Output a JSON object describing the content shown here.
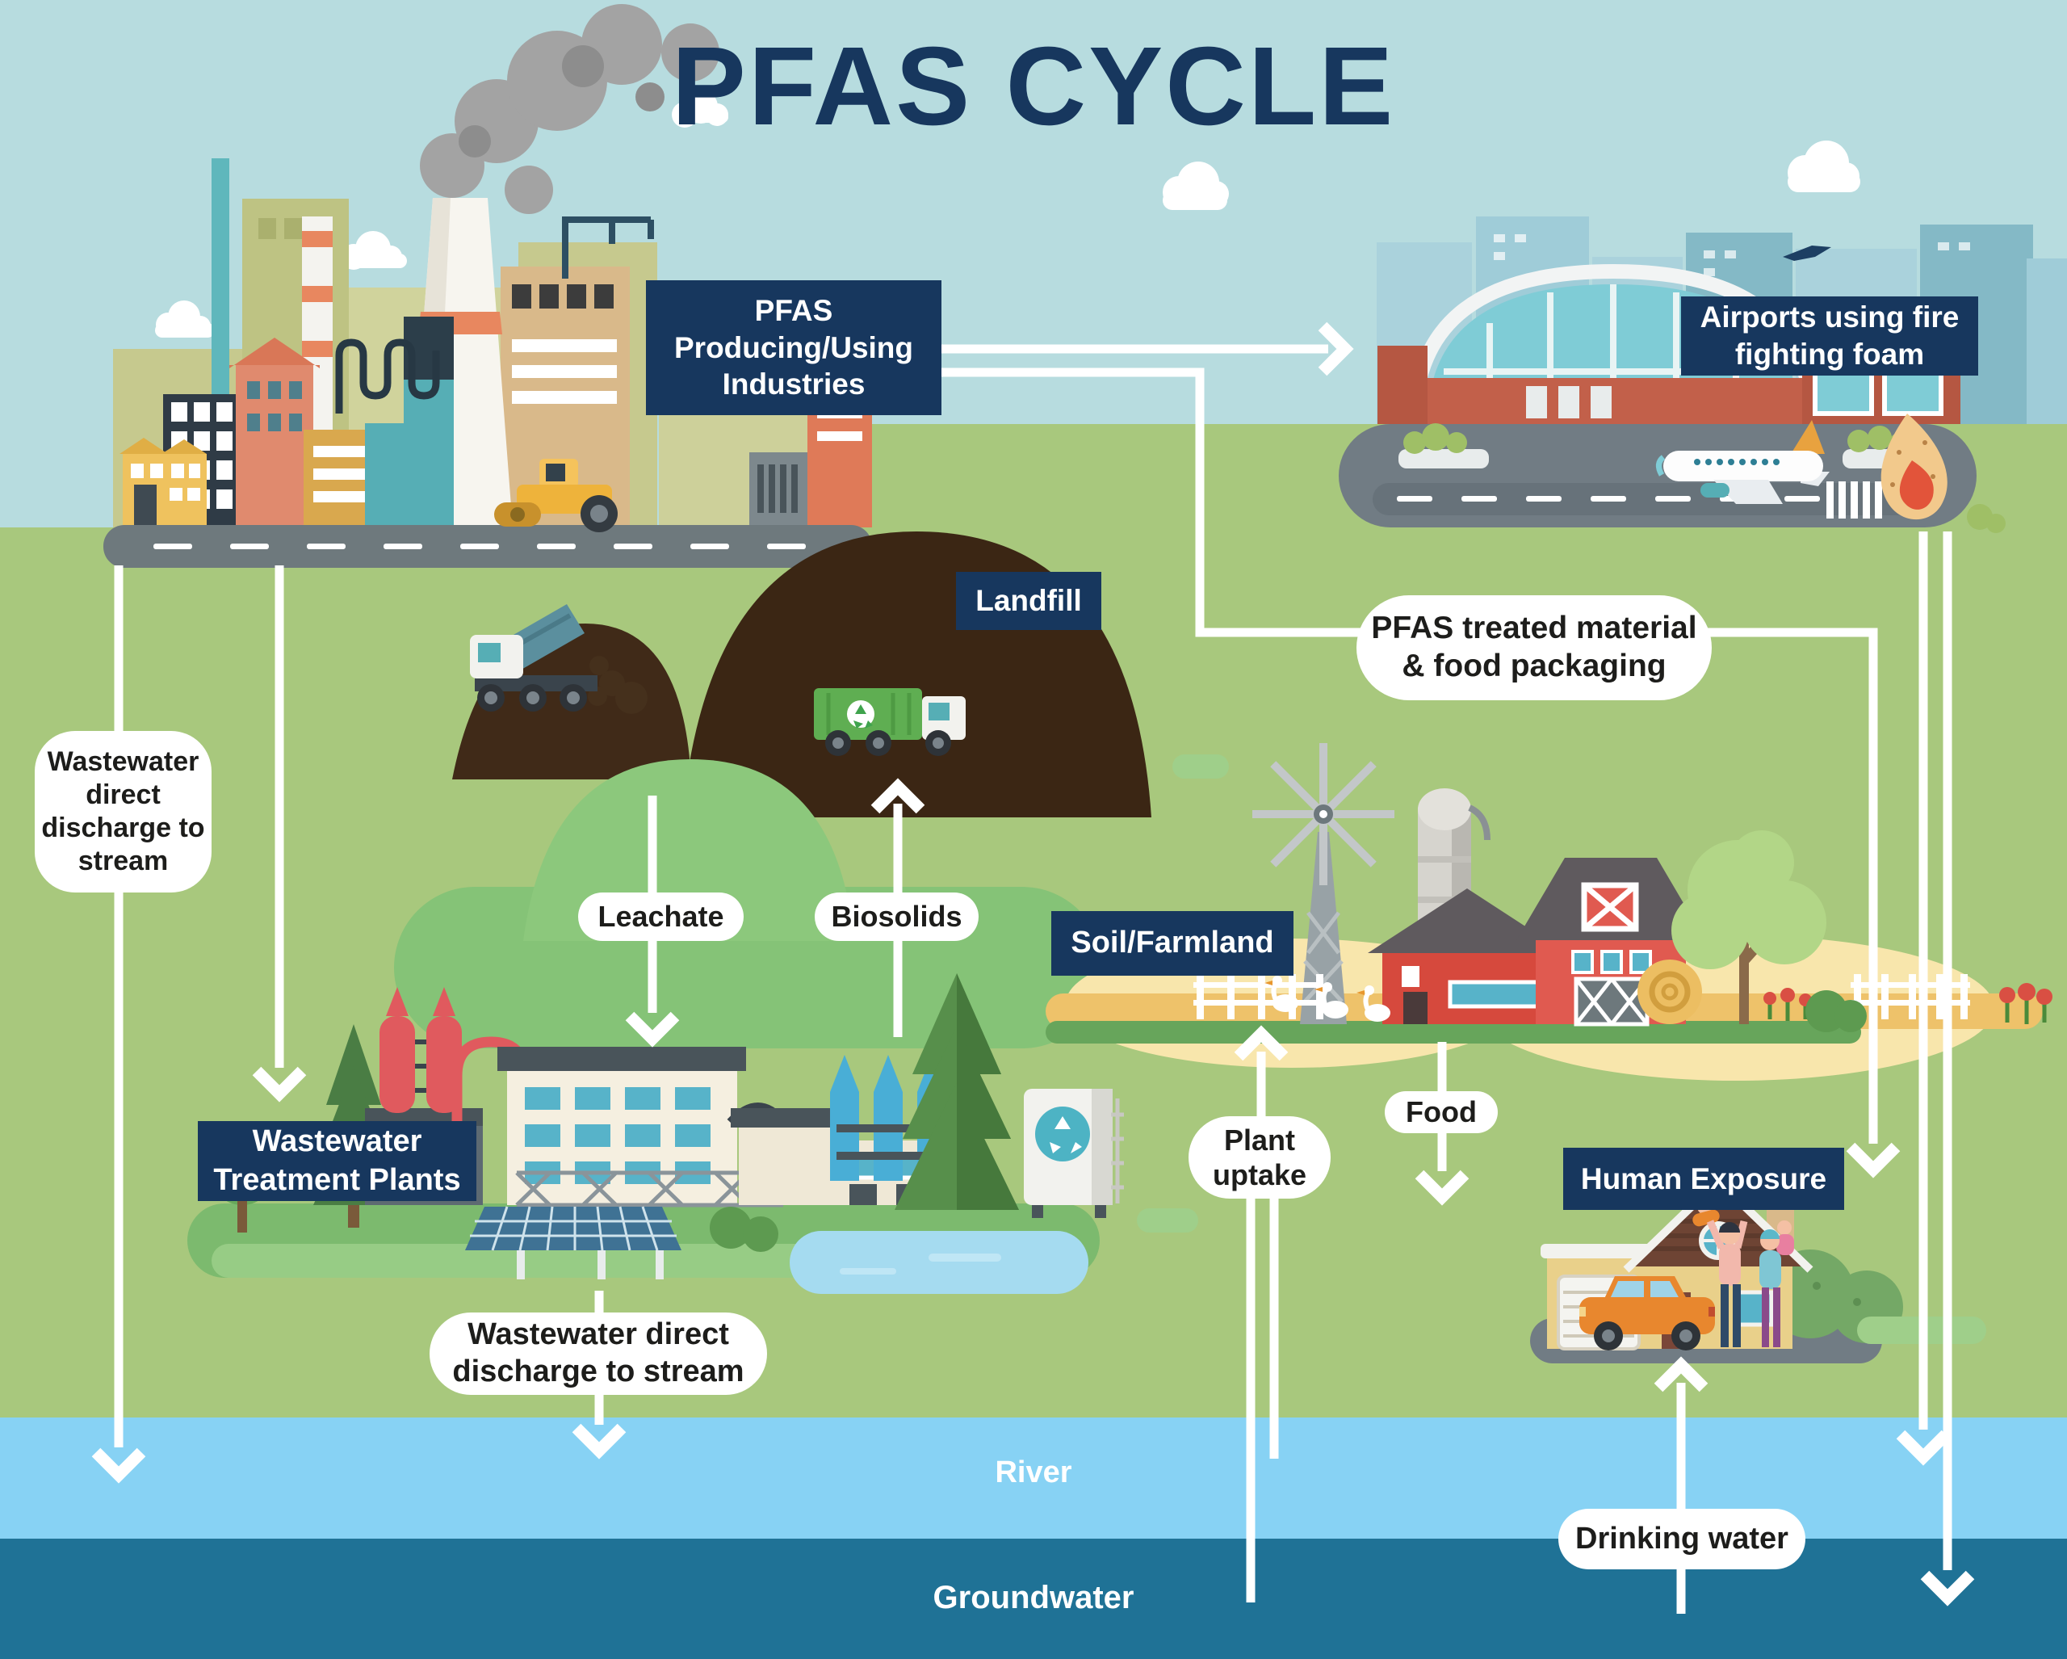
{
  "title": "PFAS CYCLE",
  "colors": {
    "sky": "#b7dcdf",
    "ground": "#a8c87d",
    "river": "#87d2f4",
    "groundwater": "#1f7296",
    "label_navy": "#17375e",
    "arrow_white": "#ffffff"
  },
  "nodes": {
    "industries": {
      "label": "PFAS Producing/Using Industries"
    },
    "airports": {
      "label": "Airports using fire fighting foam"
    },
    "landfill": {
      "label": "Landfill"
    },
    "soil_farmland": {
      "label": "Soil/Farmland"
    },
    "wwtp": {
      "label": "Wastewater Treatment Plants"
    },
    "human_exposure": {
      "label": "Human Exposure"
    }
  },
  "flows": {
    "wastewater_left": {
      "label": "Wastewater direct discharge to stream"
    },
    "pfas_treated": {
      "label": "PFAS treated material & food packaging"
    },
    "leachate": {
      "label": "Leachate"
    },
    "biosolids": {
      "label": "Biosolids"
    },
    "plant_uptake": {
      "label": "Plant uptake"
    },
    "food": {
      "label": "Food"
    },
    "wastewater_bottom": {
      "label": "Wastewater direct discharge to stream"
    },
    "drinking_water": {
      "label": "Drinking water"
    }
  },
  "zones": {
    "river": {
      "label": "River"
    },
    "groundwater": {
      "label": "Groundwater"
    }
  }
}
